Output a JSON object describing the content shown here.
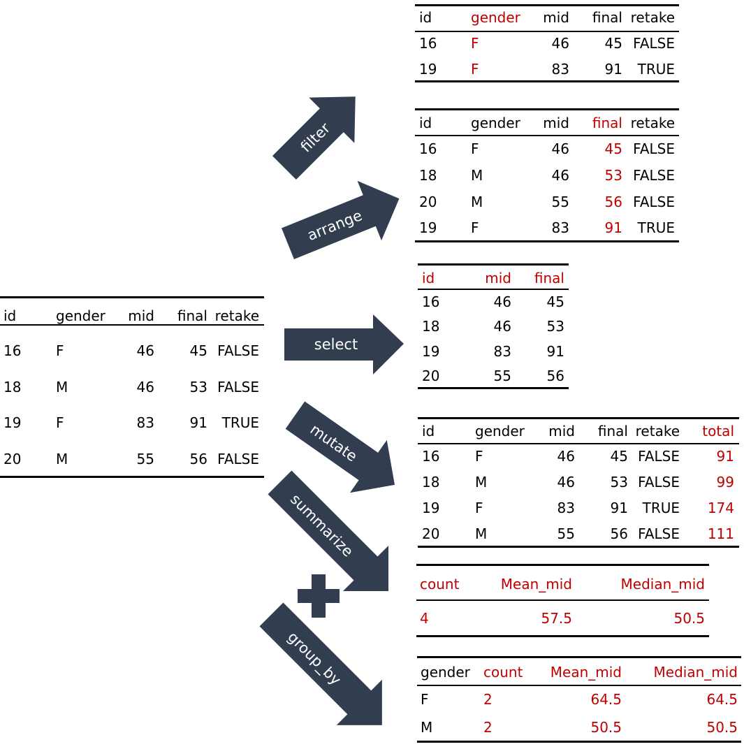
{
  "colors": {
    "arrow": "#323e4f",
    "highlight": "#c00000",
    "rule": "#000000"
  },
  "source": {
    "headers": [
      "id",
      "gender",
      "mid",
      "final",
      "retake"
    ],
    "rows": [
      [
        "16",
        "F",
        "46",
        "45",
        "FALSE"
      ],
      [
        "18",
        "M",
        "46",
        "53",
        "FALSE"
      ],
      [
        "19",
        "F",
        "83",
        "91",
        "TRUE"
      ],
      [
        "20",
        "M",
        "55",
        "56",
        "FALSE"
      ]
    ]
  },
  "operations": {
    "filter": "filter",
    "arrange": "arrange",
    "select": "select",
    "mutate": "mutate",
    "summarize": "summarize",
    "plus": "+",
    "group_by": "group_by"
  },
  "filter_result": {
    "headers": [
      "id",
      "gender",
      "mid",
      "final",
      "retake"
    ],
    "rows": [
      [
        "16",
        "F",
        "46",
        "45",
        "FALSE"
      ],
      [
        "19",
        "F",
        "83",
        "91",
        "TRUE"
      ]
    ]
  },
  "arrange_result": {
    "headers": [
      "id",
      "gender",
      "mid",
      "final",
      "retake"
    ],
    "rows": [
      [
        "16",
        "F",
        "46",
        "45",
        "FALSE"
      ],
      [
        "18",
        "M",
        "46",
        "53",
        "FALSE"
      ],
      [
        "20",
        "M",
        "55",
        "56",
        "FALSE"
      ],
      [
        "19",
        "F",
        "83",
        "91",
        "TRUE"
      ]
    ]
  },
  "select_result": {
    "headers": [
      "id",
      "mid",
      "final"
    ],
    "rows": [
      [
        "16",
        "46",
        "45"
      ],
      [
        "18",
        "46",
        "53"
      ],
      [
        "19",
        "83",
        "91"
      ],
      [
        "20",
        "55",
        "56"
      ]
    ]
  },
  "mutate_result": {
    "headers": [
      "id",
      "gender",
      "mid",
      "final",
      "retake",
      "total"
    ],
    "rows": [
      [
        "16",
        "F",
        "46",
        "45",
        "FALSE",
        "91"
      ],
      [
        "18",
        "M",
        "46",
        "53",
        "FALSE",
        "99"
      ],
      [
        "19",
        "F",
        "83",
        "91",
        "TRUE",
        "174"
      ],
      [
        "20",
        "M",
        "55",
        "56",
        "FALSE",
        "111"
      ]
    ]
  },
  "summarize_result": {
    "headers": [
      "count",
      "Mean_mid",
      "Median_mid"
    ],
    "rows": [
      [
        "4",
        "57.5",
        "50.5"
      ]
    ]
  },
  "group_by_result": {
    "headers": [
      "gender",
      "count",
      "Mean_mid",
      "Median_mid"
    ],
    "rows": [
      [
        "F",
        "2",
        "64.5",
        "64.5"
      ],
      [
        "M",
        "2",
        "50.5",
        "50.5"
      ]
    ]
  }
}
